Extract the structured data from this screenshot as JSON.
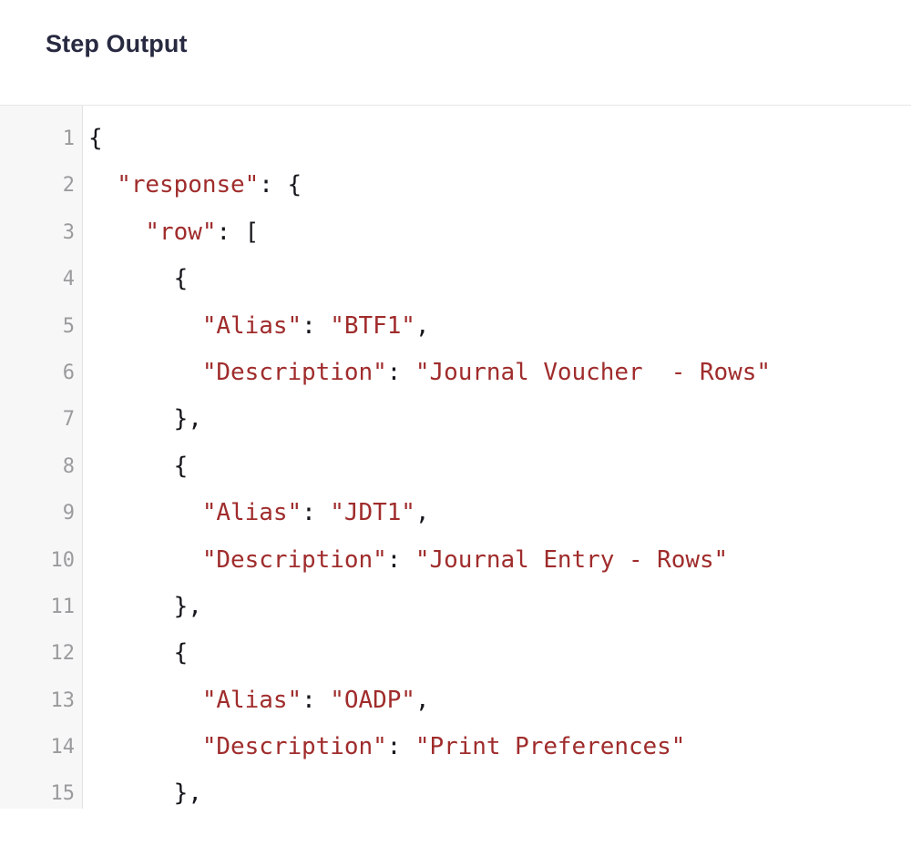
{
  "header": {
    "title": "Step Output"
  },
  "colors": {
    "title": "#282a41",
    "string": "#a02c2c",
    "punctuation": "#16171c",
    "line_number": "#9b9b9e",
    "gutter_background": "#f7f7f7",
    "page_background": "#ffffff",
    "border": "#e6e7e9"
  },
  "code_block": {
    "language": "json",
    "truncated": true,
    "last_visible_line": 15,
    "lines": [
      {
        "number": "1",
        "tokens": [
          {
            "t": "punc",
            "v": "{"
          }
        ]
      },
      {
        "number": "2",
        "tokens": [
          {
            "t": "punc",
            "v": "  "
          },
          {
            "t": "key",
            "v": "\"response\""
          },
          {
            "t": "punc",
            "v": ": {"
          }
        ]
      },
      {
        "number": "3",
        "tokens": [
          {
            "t": "punc",
            "v": "    "
          },
          {
            "t": "key",
            "v": "\"row\""
          },
          {
            "t": "punc",
            "v": ": ["
          }
        ]
      },
      {
        "number": "4",
        "tokens": [
          {
            "t": "punc",
            "v": "      {"
          }
        ]
      },
      {
        "number": "5",
        "tokens": [
          {
            "t": "punc",
            "v": "        "
          },
          {
            "t": "key",
            "v": "\"Alias\""
          },
          {
            "t": "punc",
            "v": ": "
          },
          {
            "t": "str",
            "v": "\"BTF1\""
          },
          {
            "t": "punc",
            "v": ","
          }
        ]
      },
      {
        "number": "6",
        "tokens": [
          {
            "t": "punc",
            "v": "        "
          },
          {
            "t": "key",
            "v": "\"Description\""
          },
          {
            "t": "punc",
            "v": ": "
          },
          {
            "t": "str",
            "v": "\"Journal Voucher  - Rows\""
          }
        ]
      },
      {
        "number": "7",
        "tokens": [
          {
            "t": "punc",
            "v": "      },"
          }
        ]
      },
      {
        "number": "8",
        "tokens": [
          {
            "t": "punc",
            "v": "      {"
          }
        ]
      },
      {
        "number": "9",
        "tokens": [
          {
            "t": "punc",
            "v": "        "
          },
          {
            "t": "key",
            "v": "\"Alias\""
          },
          {
            "t": "punc",
            "v": ": "
          },
          {
            "t": "str",
            "v": "\"JDT1\""
          },
          {
            "t": "punc",
            "v": ","
          }
        ]
      },
      {
        "number": "10",
        "tokens": [
          {
            "t": "punc",
            "v": "        "
          },
          {
            "t": "key",
            "v": "\"Description\""
          },
          {
            "t": "punc",
            "v": ": "
          },
          {
            "t": "str",
            "v": "\"Journal Entry - Rows\""
          }
        ]
      },
      {
        "number": "11",
        "tokens": [
          {
            "t": "punc",
            "v": "      },"
          }
        ]
      },
      {
        "number": "12",
        "tokens": [
          {
            "t": "punc",
            "v": "      {"
          }
        ]
      },
      {
        "number": "13",
        "tokens": [
          {
            "t": "punc",
            "v": "        "
          },
          {
            "t": "key",
            "v": "\"Alias\""
          },
          {
            "t": "punc",
            "v": ": "
          },
          {
            "t": "str",
            "v": "\"OADP\""
          },
          {
            "t": "punc",
            "v": ","
          }
        ]
      },
      {
        "number": "14",
        "tokens": [
          {
            "t": "punc",
            "v": "        "
          },
          {
            "t": "key",
            "v": "\"Description\""
          },
          {
            "t": "punc",
            "v": ": "
          },
          {
            "t": "str",
            "v": "\"Print Preferences\""
          }
        ]
      },
      {
        "number": "15",
        "tokens": [
          {
            "t": "punc",
            "v": "      },"
          }
        ]
      }
    ]
  }
}
